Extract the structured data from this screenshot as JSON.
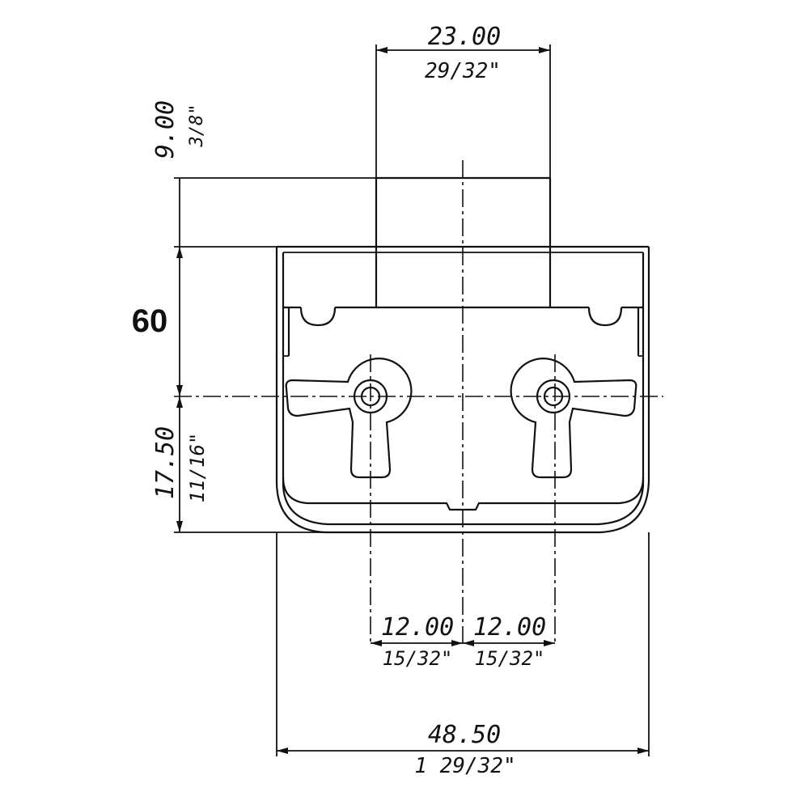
{
  "dimensions": {
    "top_width_mm": "23.00",
    "top_width_in": "29/32\"",
    "top_height_mm": "9.00",
    "top_height_in": "3/8\"",
    "overall_height": "60",
    "lower_height_mm": "17.50",
    "lower_height_in": "11/16\"",
    "left_offset_mm": "12.00",
    "left_offset_in": "15/32\"",
    "right_offset_mm": "12.00",
    "right_offset_in": "15/32\"",
    "overall_width_mm": "48.50",
    "overall_width_in": "1 29/32\""
  }
}
